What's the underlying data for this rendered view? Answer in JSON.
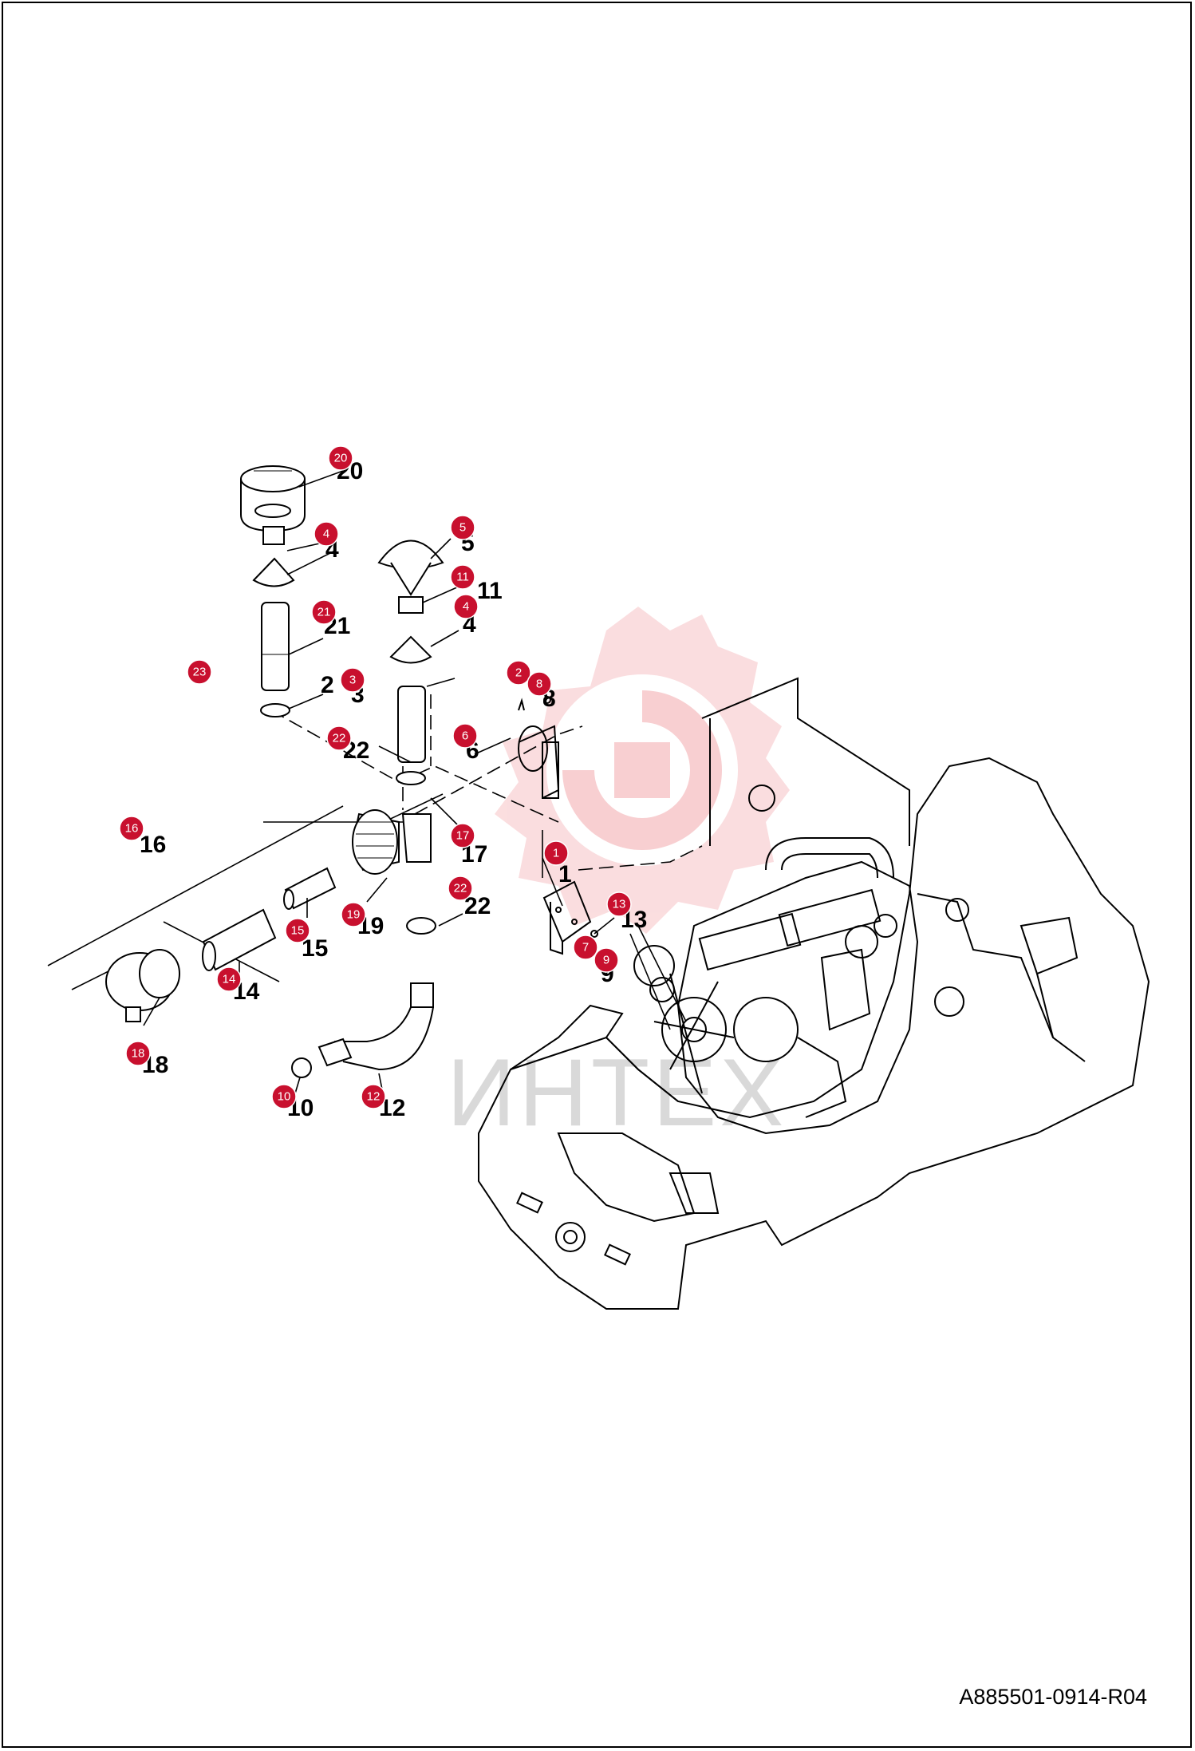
{
  "document_id": "A885501-0914-R04",
  "watermark_text": "ИНТЕХ",
  "colors": {
    "bubble": "#c8102e",
    "watermark": "#f3a8ac",
    "line": "#000000"
  },
  "callouts": [
    {
      "n": "1"
    },
    {
      "n": "2"
    },
    {
      "n": "3"
    },
    {
      "n": "4"
    },
    {
      "n": "4"
    },
    {
      "n": "5"
    },
    {
      "n": "6"
    },
    {
      "n": "7"
    },
    {
      "n": "8"
    },
    {
      "n": "9"
    },
    {
      "n": "10"
    },
    {
      "n": "11"
    },
    {
      "n": "12"
    },
    {
      "n": "13"
    },
    {
      "n": "14"
    },
    {
      "n": "15"
    },
    {
      "n": "16"
    },
    {
      "n": "17"
    },
    {
      "n": "18"
    },
    {
      "n": "19"
    },
    {
      "n": "20"
    },
    {
      "n": "21"
    },
    {
      "n": "22"
    },
    {
      "n": "22"
    },
    {
      "n": "23"
    }
  ],
  "part_labels": {
    "p1": "1",
    "p3": "3",
    "p4a": "4",
    "p4b": "4",
    "p5": "5",
    "p6": "6",
    "p8": "8",
    "p9": "9",
    "p10": "10",
    "p11": "11",
    "p12": "12",
    "p13": "13",
    "p14": "14",
    "p15": "15",
    "p16": "16",
    "p17": "17",
    "p18": "18",
    "p19": "19",
    "p20": "20",
    "p21": "21",
    "p22a": "22",
    "p22b": "22",
    "p23": "2"
  }
}
